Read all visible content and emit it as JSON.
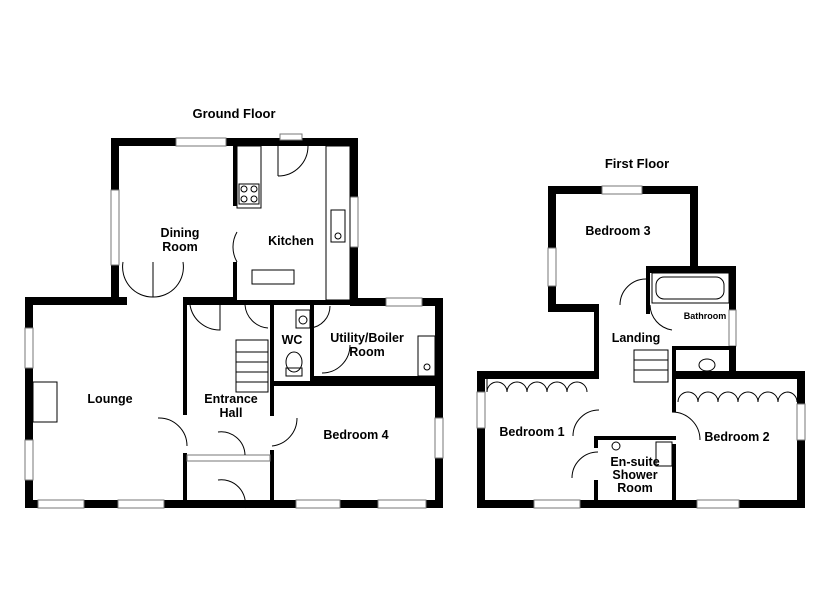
{
  "floors": {
    "ground": {
      "title": "Ground Floor",
      "rooms": {
        "dining": [
          "Dining",
          "Room"
        ],
        "kitchen": "Kitchen",
        "lounge": "Lounge",
        "wc": "WC",
        "utility": [
          "Utility/Boiler",
          "Room"
        ],
        "hall": [
          "Entrance",
          "Hall"
        ],
        "bedroom4": "Bedroom 4"
      }
    },
    "first": {
      "title": "First Floor",
      "rooms": {
        "bedroom3": "Bedroom 3",
        "bathroom": "Bathroom",
        "landing": "Landing",
        "bedroom1": "Bedroom 1",
        "ensuite": [
          "En-suite",
          "Shower",
          "Room"
        ],
        "bedroom2": "Bedroom 2"
      }
    }
  }
}
